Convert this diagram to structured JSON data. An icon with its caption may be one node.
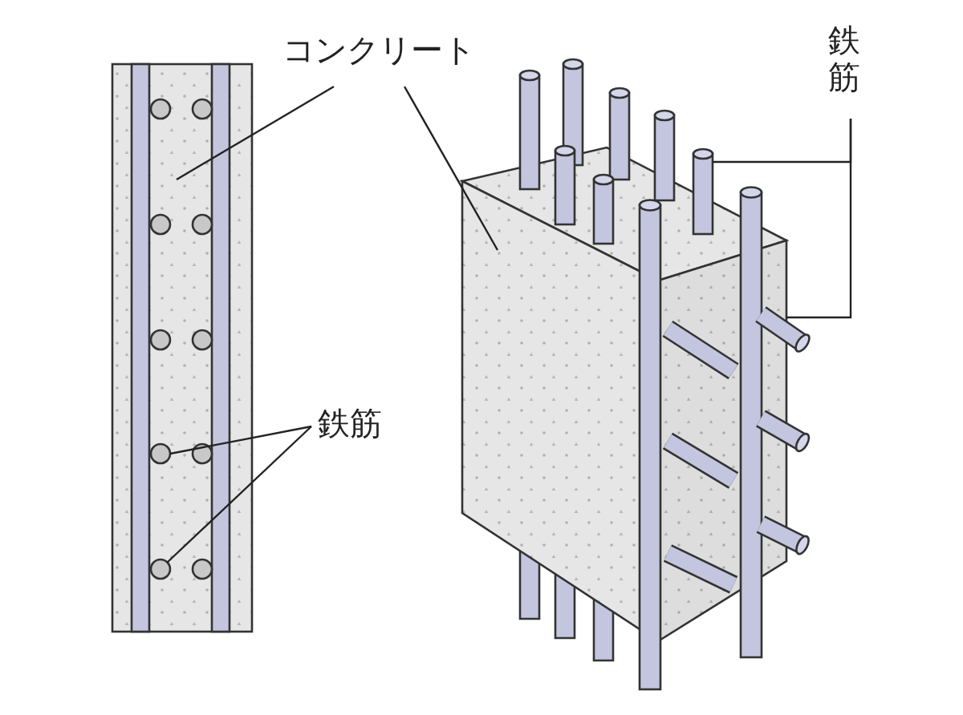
{
  "diagram": {
    "nodes": [
      {
        "text": [
          "コンクリート"
        ]
      },
      {
        "text": [
          "鉄筋"
        ]
      },
      {
        "text": [
          "鉄筋"
        ]
      },
      {
        "text": [],
        "shape": "picture"
      },
      {
        "text": [],
        "shape": "circle",
        "in": 3
      },
      {
        "text": [],
        "shape": "circle",
        "in": 3
      },
      {
        "text": [],
        "shape": "circle",
        "in": 3
      },
      {
        "text": [],
        "shape": "circle",
        "in": 3
      },
      {
        "text": [],
        "shape": "circle",
        "in": 3
      },
      {
        "text": [],
        "shape": "circle",
        "in": 3
      },
      {
        "text": [],
        "shape": "circle",
        "in": 3
      },
      {
        "text": [],
        "shape": "circle",
        "in": 3
      },
      {
        "text": [],
        "shape": "circle",
        "in": 3
      },
      {
        "text": [],
        "shape": "circle",
        "in": 3
      },
      {
        "text": [],
        "shape": "picture"
      },
      {
        "text": [],
        "shape": "bar"
      },
      {
        "text": [],
        "shape": "bar"
      },
      {
        "text": [],
        "shape": "bar"
      },
      {
        "text": [],
        "shape": "bar"
      },
      {
        "text": [],
        "shape": "bar"
      },
      {
        "text": [],
        "shape": "bar"
      },
      {
        "text": [],
        "shape": "bar"
      },
      {
        "text": [],
        "shape": "bar"
      },
      {
        "text": [],
        "shape": "bar"
      },
      {
        "text": [],
        "shape": "bar"
      },
      {
        "text": [],
        "shape": "bar"
      },
      {
        "text": [],
        "shape": "bar"
      },
      {
        "text": [],
        "shape": "bar"
      },
      {
        "text": [],
        "shape": "bar"
      },
      {
        "text": [],
        "shape": "bar"
      },
      {
        "text": [],
        "shape": "bar"
      },
      {
        "text": [],
        "shape": "bar"
      },
      {
        "text": [],
        "shape": "bar"
      }
    ],
    "edges": [
      {
        "from": 0,
        "to": 3,
        "arrow": "none"
      },
      {
        "from": 0,
        "to": 14,
        "arrow": "none"
      },
      {
        "from": 1,
        "to": 10,
        "arrow": "none"
      },
      {
        "from": 1,
        "to": 12,
        "arrow": "none"
      },
      {
        "from": 2,
        "to": 15,
        "arrow": "none"
      },
      {
        "from": 2,
        "to": 16,
        "arrow": "none"
      }
    ]
  }
}
